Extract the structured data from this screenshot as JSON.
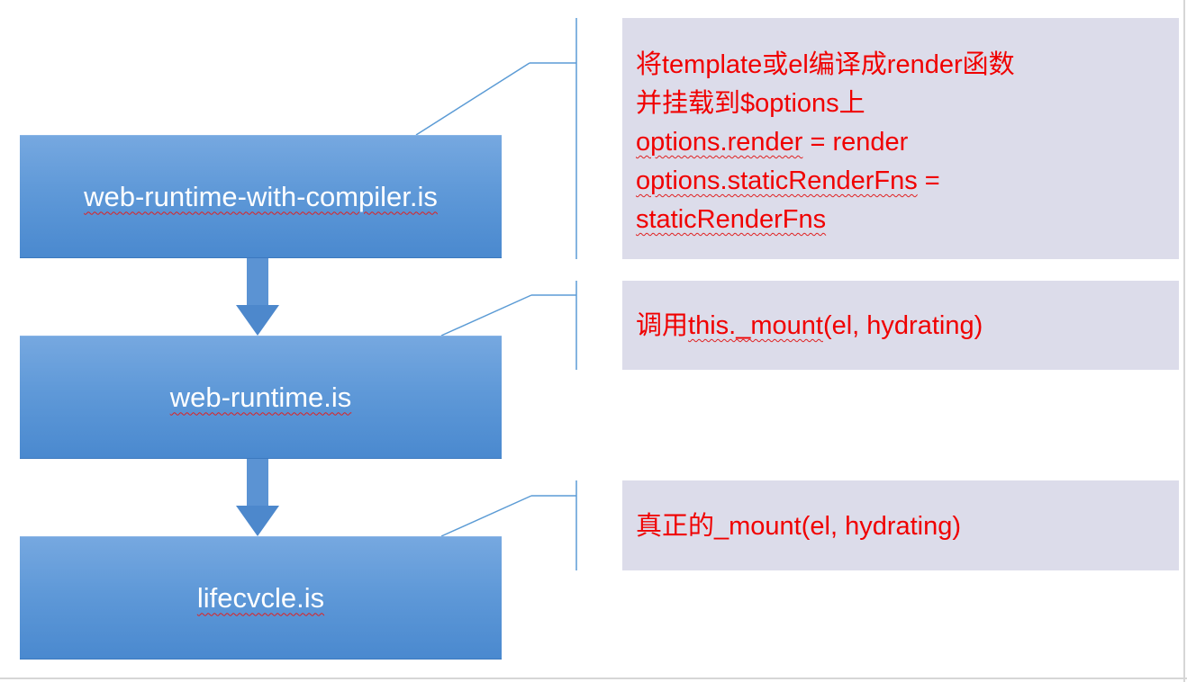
{
  "colors": {
    "box_fill": "#5f99d8",
    "arrow_fill": "#5b93d3",
    "note_fill": "#dcdcea",
    "note_text": "#f00000",
    "connector_line": "#5b9bd5"
  },
  "flow": {
    "boxes": [
      {
        "label": "web-runtime-with-compiler.is"
      },
      {
        "label": "web-runtime.is"
      },
      {
        "label": "lifecvcle.is"
      }
    ]
  },
  "notes": {
    "note1": {
      "line1": "将template或el编译成render函数",
      "line2": "并挂载到$options上",
      "line3_a": "options.render",
      "line3_b": " = render",
      "line4_a": "options.staticRenderFns",
      "line4_b": " =",
      "line5": "staticRenderFns"
    },
    "note2": {
      "prefix": "调用",
      "method": "this._mount",
      "args": "(el, hydrating)"
    },
    "note3": {
      "text": "真正的_mount(el, hydrating)"
    }
  }
}
